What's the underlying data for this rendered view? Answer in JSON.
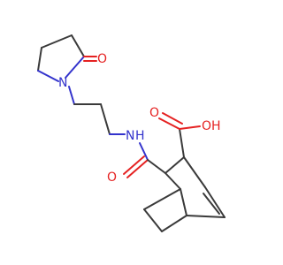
{
  "atoms": {
    "ring_oxygen": "O",
    "ring_nitrogen": "N",
    "amide_nitrogen": "N",
    "amide_hydrogen": "H",
    "amide_oxygen": "O",
    "acid_oxygen": "O",
    "acid_hydroxyl": "OH"
  },
  "colors": {
    "bond": "#3a3a3a",
    "oxygen": "#e52222",
    "nitrogen": "#3333cc",
    "background": "#ffffff"
  }
}
